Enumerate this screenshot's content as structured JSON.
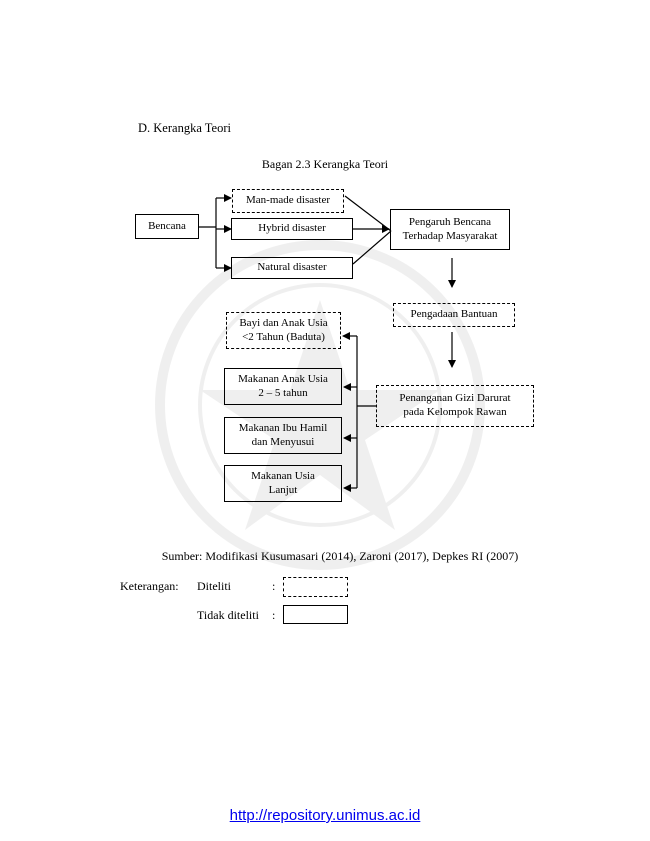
{
  "section_heading": "D.  Kerangka Teori",
  "caption": "Bagan 2.3 Kerangka Teori",
  "nodes": {
    "bencana": "Bencana",
    "man_made": "Man-made disaster",
    "hybrid": "Hybrid disaster",
    "natural": "Natural disaster",
    "pengaruh": "Pengaruh Bencana\nTerhadap Masyarakat",
    "pengadaan": "Pengadaan Bantuan",
    "penanganan": "Penanganan Gizi Darurat\npada Kelompok Rawan",
    "bayi": "Bayi dan Anak Usia\n<2 Tahun (Baduta)",
    "anak": "Makanan Anak Usia\n2 – 5 tahun",
    "ibu": "Makanan Ibu Hamil\ndan Menyusui",
    "lansia": "Makanan Usia\nLanjut"
  },
  "source": "Sumber: Modifikasi Kusumasari (2014), Zaroni (2017), Depkes RI (2007)",
  "legend": {
    "title": "Keterangan:",
    "diteliti": "Diteliti",
    "tidak_diteliti": "Tidak diteliti",
    "colon": ":"
  },
  "footer_link": "http://repository.unimus.ac.id"
}
